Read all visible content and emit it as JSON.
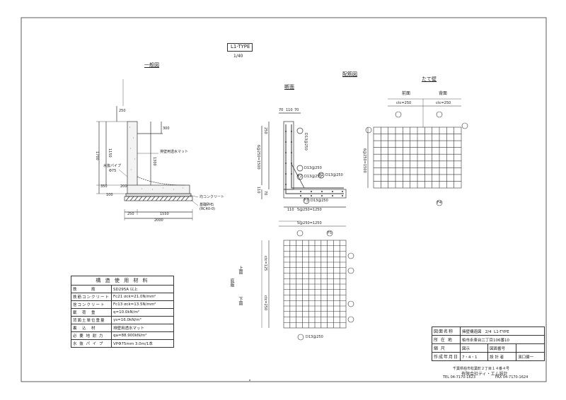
{
  "header": {
    "type_label": "L1-TYPE",
    "scale": "1/40"
  },
  "sections": {
    "general": "一般図",
    "rebar": "配筋図",
    "cross": "断面",
    "vertical_wall": "たて壁",
    "front": "前面",
    "back": "背面",
    "base_plan_top": "上面",
    "base_plan_bottom": "下面",
    "base_plan_side": "底版"
  },
  "general_labels": {
    "mat": "排壁用透水マット",
    "pipe": "水抜パイプ",
    "pipe_size": "Φ75",
    "leveling": "均コンクリート",
    "gravel": "基礎砕石",
    "gravel_t": "(RC40-0)",
    "dims": [
      "250",
      "1150",
      "1300",
      "1700",
      "2000",
      "1550",
      "250",
      "300",
      "200",
      "350",
      "100"
    ]
  },
  "rebar_labels": {
    "cross_top": [
      "70",
      "110",
      "70"
    ],
    "cross_side": [
      "6@250=1500",
      "250",
      "110",
      "70"
    ],
    "cross_bottom": [
      "5@250=1250",
      "110"
    ],
    "bars": [
      "D13@250",
      "D13@250",
      "D13@250",
      "D13@250",
      "D13@250",
      "D13@250"
    ],
    "bar_ids": [
      "F2",
      "F1",
      "F3",
      "F4",
      "F5"
    ],
    "wall_ctc_front": "ctc=250",
    "wall_ctc_back": "ctc=250",
    "wall_side": "6@250=1500",
    "plan_top": "5@250=1250",
    "plan_side_top": "ctc=125",
    "plan_side_bottom": "ctc=250"
  },
  "materials": {
    "title": "構 造 使 用 材 料",
    "rows": [
      {
        "k": "鉄　　　筋",
        "v": "SD295A 以上"
      },
      {
        "k": "鉄筋コンクリート",
        "v": "Fc21  σck=21.0N/mm²"
      },
      {
        "k": "捨コンクリート",
        "v": "Fc13  σck=13.5N/mm²"
      },
      {
        "k": "載　荷　重",
        "v": "q=10.0kN/m²"
      },
      {
        "k": "背面土単位重量",
        "v": "γs=16.0kN/m³"
      },
      {
        "k": "裏　込　材",
        "v": "排壁用透水マット"
      },
      {
        "k": "必 要 地 耐 力",
        "v": "qa=88.900kN/m²"
      },
      {
        "k": "水 抜 パ イ プ",
        "v": "VPΦ75mm  3.0m/1本"
      }
    ]
  },
  "title_block": {
    "name_k": "図面名称",
    "name_v": "擁壁構造図",
    "sheet": "2/4",
    "type": "L1-TYPE",
    "loc_k": "所 在 地",
    "loc_v": "柏市永楽台二丁目106番10",
    "scale_k": "縮 尺",
    "scale_v": "図示",
    "drawing_no_k": "図面番号",
    "date_k": "作成年月日",
    "date_v": "7・4・1",
    "designer_k": "設 計 者",
    "designer_v": "濱口健一",
    "address": "千葉県柏市松葉町２丁目１４番４号",
    "company": "有限会社ティ・エム設計",
    "tel": "TEL 04-7170-1623",
    "fax": "FAX 04-7170-1624"
  }
}
